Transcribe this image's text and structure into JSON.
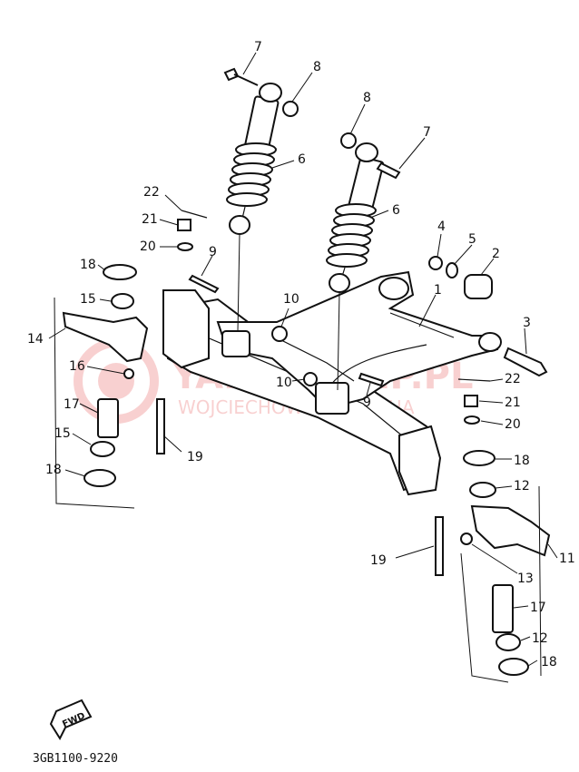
{
  "callouts": [
    {
      "id": "c7a",
      "text": "7"
    },
    {
      "id": "c8a",
      "text": "8"
    },
    {
      "id": "c8b",
      "text": "8"
    },
    {
      "id": "c7b",
      "text": "7"
    },
    {
      "id": "c6a",
      "text": "6"
    },
    {
      "id": "c6b",
      "text": "6"
    },
    {
      "id": "c22a",
      "text": "22"
    },
    {
      "id": "c21a",
      "text": "21"
    },
    {
      "id": "c20a",
      "text": "20"
    },
    {
      "id": "c9a",
      "text": "9"
    },
    {
      "id": "c18a",
      "text": "18"
    },
    {
      "id": "c15a",
      "text": "15"
    },
    {
      "id": "c14",
      "text": "14"
    },
    {
      "id": "c16",
      "text": "16"
    },
    {
      "id": "c17a",
      "text": "17"
    },
    {
      "id": "c15b",
      "text": "15"
    },
    {
      "id": "c18b",
      "text": "18"
    },
    {
      "id": "c10a",
      "text": "10"
    },
    {
      "id": "c10b",
      "text": "10"
    },
    {
      "id": "c9b",
      "text": "9"
    },
    {
      "id": "c19a",
      "text": "19"
    },
    {
      "id": "c4",
      "text": "4"
    },
    {
      "id": "c5",
      "text": "5"
    },
    {
      "id": "c2",
      "text": "2"
    },
    {
      "id": "c1",
      "text": "1"
    },
    {
      "id": "c3",
      "text": "3"
    },
    {
      "id": "c22b",
      "text": "22"
    },
    {
      "id": "c21b",
      "text": "21"
    },
    {
      "id": "c20b",
      "text": "20"
    },
    {
      "id": "c18c",
      "text": "18"
    },
    {
      "id": "c12a",
      "text": "12"
    },
    {
      "id": "c11",
      "text": "11"
    },
    {
      "id": "c19b",
      "text": "19"
    },
    {
      "id": "c13",
      "text": "13"
    },
    {
      "id": "c17b",
      "text": "17"
    },
    {
      "id": "c12b",
      "text": "12"
    },
    {
      "id": "c18d",
      "text": "18"
    }
  ],
  "fwd_label": "FWD",
  "diagram_code": "3GB1100-9220",
  "watermark": {
    "brand": "YAMASKLEP.PL",
    "sub": "WOJCIECHOWSKI YAMAHA"
  },
  "colors": {
    "line": "#111111",
    "watermark": "#e03030"
  }
}
